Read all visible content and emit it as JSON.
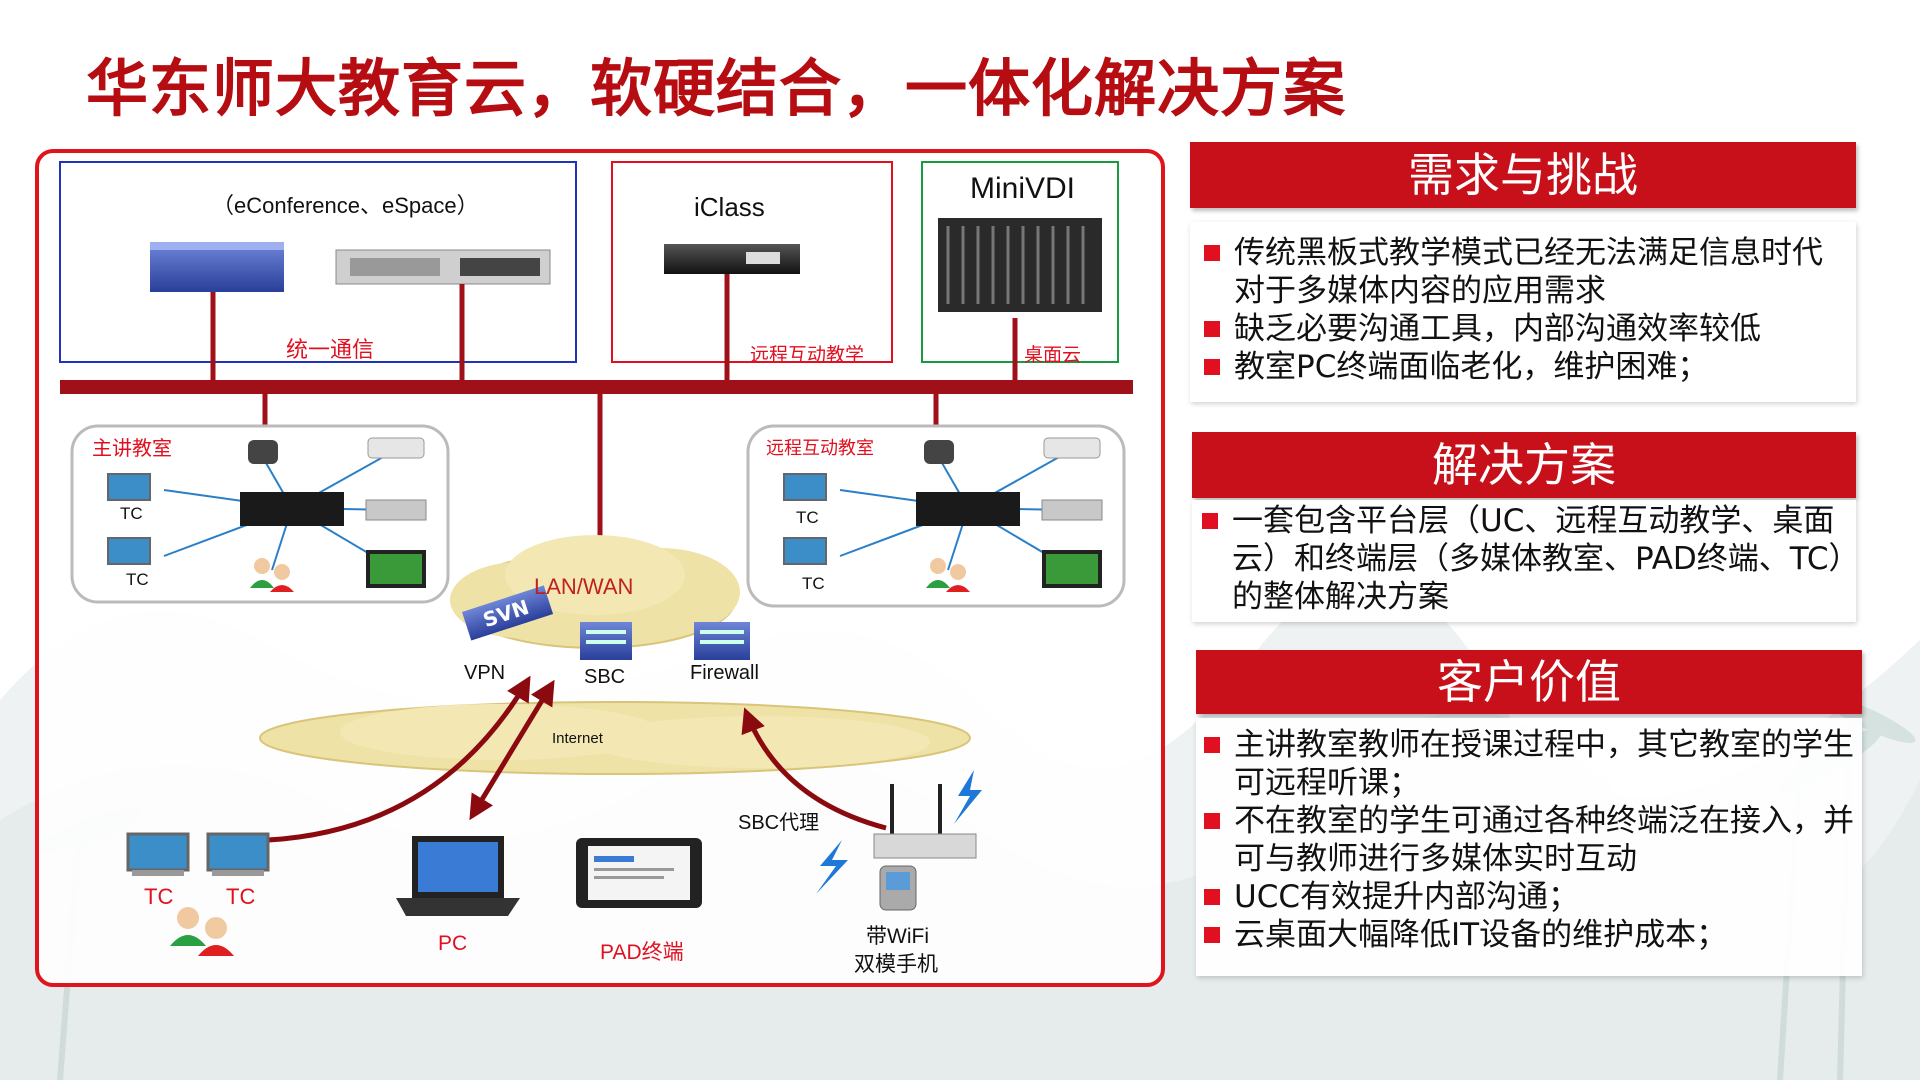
{
  "title": "华东师大教育云，软硬结合，一体化解决方案",
  "diagram": {
    "servers": {
      "uc_caption": "（eConference、eSpace）",
      "uc_label": "统一通信",
      "iclass_title": "iClass",
      "iclass_label": "远程互动教学",
      "vdi_title": "MiniVDI",
      "vdi_label": "桌面云"
    },
    "main_classroom": {
      "title": "主讲教室",
      "tc1": "TC",
      "tc2": "TC"
    },
    "remote_classroom": {
      "title": "远程互动教室",
      "tc1": "TC",
      "tc2": "TC"
    },
    "network": {
      "lan_wan": "LAN/WAN",
      "vpn": "VPN",
      "sbc": "SBC",
      "firewall": "Firewall",
      "internet": "Internet",
      "sbc_proxy": "SBC代理"
    },
    "endpoints": {
      "tc1": "TC",
      "tc2": "TC",
      "pc": "PC",
      "pad": "PAD终端",
      "phone_line1": "带WiFi",
      "phone_line2": "双模手机"
    }
  },
  "panels": [
    {
      "heading": "需求与挑战",
      "items": [
        "传统黑板式教学模式已经无法满足信息时代对于多媒体内容的应用需求",
        "缺乏必要沟通工具，内部沟通效率较低",
        "教室PC终端面临老化，维护困难；"
      ]
    },
    {
      "heading": "解决方案",
      "items": [
        "一套包含平台层（UC、远程互动教学、桌面云）和终端层（多媒体教室、PAD终端、TC）的整体解决方案"
      ]
    },
    {
      "heading": "客户价值",
      "items": [
        "主讲教室教师在授课过程中，其它教室的学生可远程听课；",
        "不在教室的学生可通过各种终端泛在接入，并可与教师进行多媒体实时互动",
        "UCC有效提升内部沟通；",
        "云桌面大幅降低IT设备的维护成本；"
      ]
    }
  ],
  "colors": {
    "title": "#b50d12",
    "accent_red": "#e01020",
    "bus": "#a01018",
    "panel_header": "#c8101a"
  }
}
